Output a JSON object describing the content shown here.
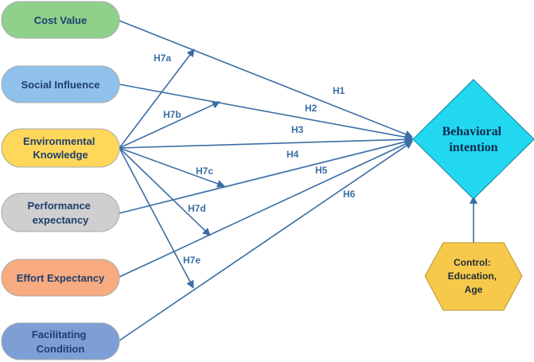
{
  "constructs": {
    "cost_value": "Cost Value",
    "social_influence": "Social Influence",
    "environmental_knowledge": [
      "Environmental",
      "Knowledge"
    ],
    "performance_expectancy": [
      "Performance",
      "expectancy"
    ],
    "effort_expectancy": "Effort Expectancy",
    "facilitating_condition": [
      "Facilitating",
      "Condition"
    ]
  },
  "outcome": [
    "Behavioral",
    "intention"
  ],
  "control": [
    "Control:",
    "Education,",
    "Age"
  ],
  "hypotheses": {
    "H1": "H1",
    "H2": "H2",
    "H3": "H3",
    "H4": "H4",
    "H5": "H5",
    "H6": "H6",
    "H7a": "H7a",
    "H7b": "H7b",
    "H7c": "H7c",
    "H7d": "H7d",
    "H7e": "H7e"
  },
  "colors": {
    "cost_value": "#8fd08a",
    "social_influence": "#8fc1ea",
    "environmental_knowledge": "#ffd75a",
    "performance_expectancy": "#cfcfcf",
    "effort_expectancy": "#f8ab80",
    "facilitating_condition": "#7d9fd6",
    "outcome": "#22d8f0",
    "control": "#f6c94a",
    "arrows": "#3a6ea5"
  }
}
